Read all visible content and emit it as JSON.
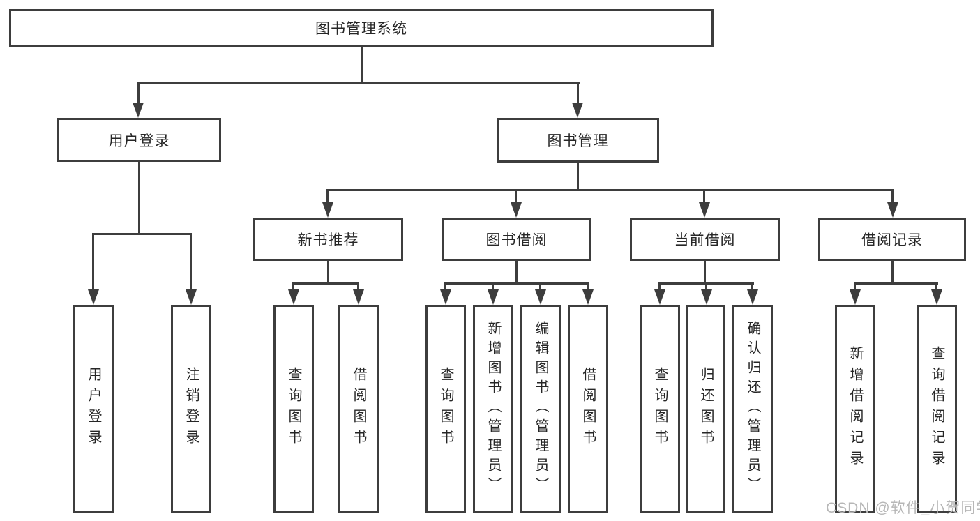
{
  "diagram_title": "图书管理系统",
  "nodes": {
    "root": "图书管理系统",
    "user_login": "用户登录",
    "book_management": "图书管理",
    "new_book_recommend": "新书推荐",
    "book_borrowing": "图书借阅",
    "current_borrowing": "当前借阅",
    "borrowing_records": "借阅记录",
    "leaf_user_login": "用户登录",
    "leaf_logout": "注销登录",
    "leaf_search_books_recommend": "查询图书",
    "leaf_borrow_books_recommend": "借阅图书",
    "leaf_search_books_borrowing": "查询图书",
    "leaf_add_books_admin": "新增图书（管理员）",
    "leaf_edit_books_admin": "编辑图书（管理员）",
    "leaf_borrow_books_borrowing": "借阅图书",
    "leaf_search_books_current": "查询图书",
    "leaf_return_books": "归还图书",
    "leaf_confirm_return_admin": "确认归还（管理员）",
    "leaf_add_borrow_record": "新增借阅记录",
    "leaf_search_borrow_record": "查询借阅记录"
  },
  "hierarchy": {
    "图书管理系统": {
      "用户登录": [
        "用户登录",
        "注销登录"
      ],
      "图书管理": {
        "新书推荐": [
          "查询图书",
          "借阅图书"
        ],
        "图书借阅": [
          "查询图书",
          "新增图书（管理员）",
          "编辑图书（管理员）",
          "借阅图书"
        ],
        "当前借阅": [
          "查询图书",
          "归还图书",
          "确认归还（管理员）"
        ],
        "借阅记录": [
          "新增借阅记录",
          "查询借阅记录"
        ]
      }
    }
  },
  "watermark": "CSDN @软件_小贺同学",
  "colors": {
    "line": "#3d3d3d",
    "text": "#262626",
    "watermark": "#b7b7b7",
    "background": "#ffffff"
  }
}
